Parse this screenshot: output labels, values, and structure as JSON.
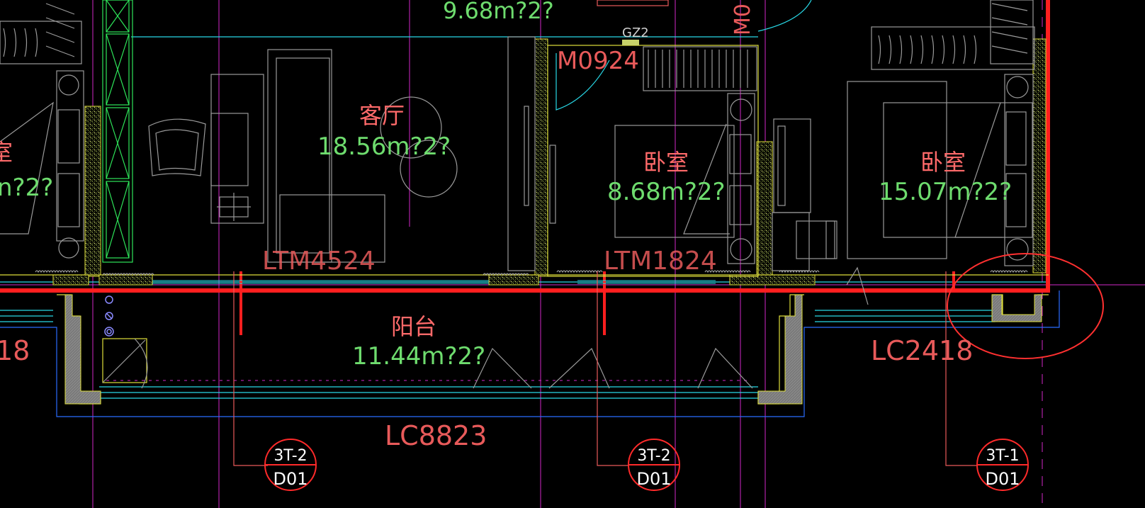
{
  "rooms": {
    "top_partial_area": "9.68m?2?",
    "left_partial_char": "室",
    "left_partial_area": "n?2?",
    "living": {
      "name": "客厅",
      "area": "18.56m?2?"
    },
    "bedroom1": {
      "name": "卧室",
      "area": "8.68m?2?"
    },
    "bedroom2": {
      "name": "卧室",
      "area": "15.07m?2?"
    },
    "balcony": {
      "name": "阳台",
      "area": "11.44m?2?"
    }
  },
  "codes": {
    "top_vertical": "M0",
    "gz": "GZ2",
    "door_m0924": "M0924",
    "ltm4524": "LTM4524",
    "ltm1824": "LTM1824",
    "lc2418": "LC2418",
    "lc8823": "LC8823",
    "left_edge_code": "18"
  },
  "markers": [
    {
      "top": "3T-2",
      "bottom": "D01"
    },
    {
      "top": "3T-2",
      "bottom": "D01"
    },
    {
      "top": "3T-1",
      "bottom": "D01"
    }
  ],
  "colors": {
    "background": "#000000",
    "wall_hatch": "#c8d26a",
    "red_line": "#ff1f1f",
    "magenta_grid": "#d228c8",
    "cyan": "#28d8e6",
    "blue": "#2a6cff",
    "gray_furniture": "#9a9a9a",
    "area_text": "#6edc6e",
    "room_name": "#ff6a6a",
    "code_text": "#e85a5a",
    "yellow_outline": "#dede3a",
    "green_window": "#2ee65a"
  }
}
